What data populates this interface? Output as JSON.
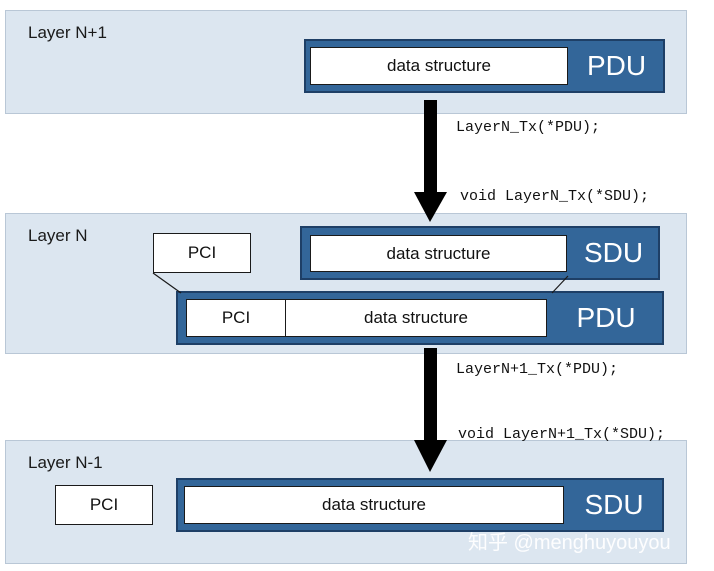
{
  "layers": {
    "top": {
      "label": "Layer N+1",
      "data_label": "data structure",
      "tag": "PDU"
    },
    "mid": {
      "label": "Layer N",
      "sdu_data_label": "data structure",
      "sdu_tag": "SDU",
      "pci_label": "PCI",
      "pdu_pci_label": "PCI",
      "pdu_data_label": "data structure",
      "pdu_tag": "PDU"
    },
    "bottom": {
      "label": "Layer N-1",
      "pci_label": "PCI",
      "data_label": "data structure",
      "tag": "SDU"
    }
  },
  "calls": {
    "tx_n_pdu": "LayerN_Tx(*PDU);",
    "tx_n_sdu": "void LayerN_Tx(*SDU);",
    "tx_n1_pdu": "LayerN+1_Tx(*PDU);",
    "tx_n1_sdu": "void LayerN+1_Tx(*SDU);"
  },
  "watermark": "知乎 @menghuyouyou",
  "colors": {
    "layer_bg": "#dce6f0",
    "unit_blue": "#336699",
    "arrow": "#000000"
  }
}
